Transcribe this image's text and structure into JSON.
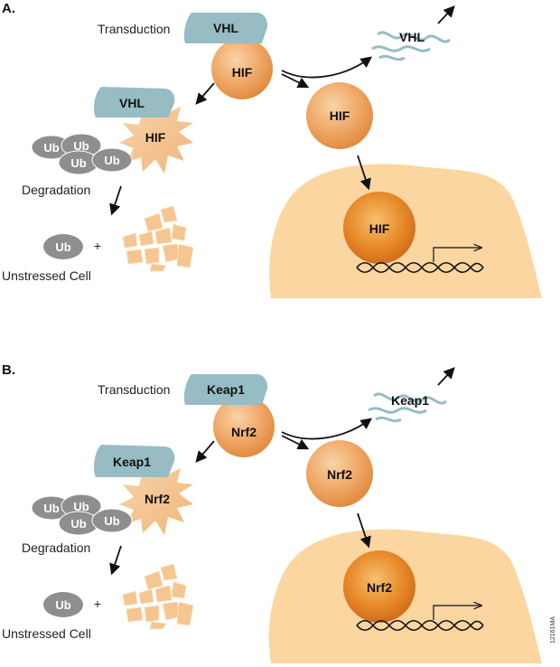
{
  "colors": {
    "inhibitor": "#97bcc4",
    "ubiquitin": "#8e8e8e",
    "cell": "#fbd6a0",
    "fragment": "#f5c691",
    "sphere_light": "#f6c79a",
    "sphere_dark": "#d8721d",
    "arrow": "#111111"
  },
  "panels": [
    {
      "label": "A.",
      "transduction": "Transduction",
      "inhibitor": "VHL",
      "factor": "HIF",
      "ub": "Ub",
      "degradation": "Degradation",
      "plus": "+",
      "unstressed": "Unstressed Cell"
    },
    {
      "label": "B.",
      "transduction": "Transduction",
      "inhibitor": "Keap1",
      "factor": "Nrf2",
      "ub": "Ub",
      "degradation": "Degradation",
      "plus": "+",
      "unstressed": "Unstressed Cell"
    }
  ],
  "figure_code": "12161MA"
}
